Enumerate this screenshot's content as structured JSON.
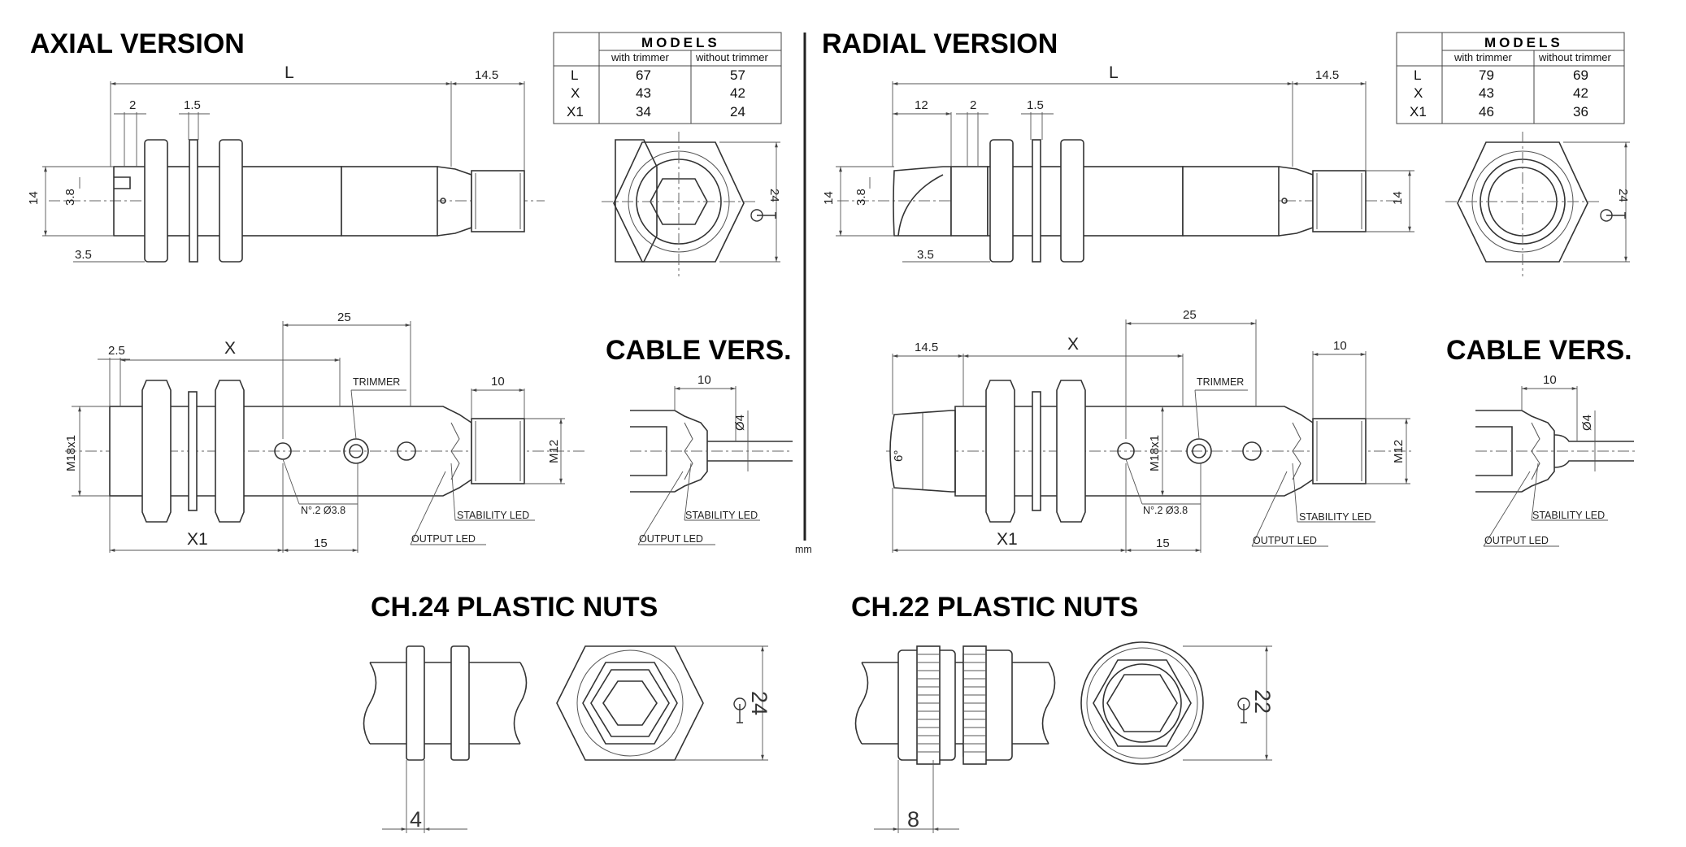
{
  "titles": {
    "axial": "AXIAL VERSION",
    "radial": "RADIAL VERSION",
    "cable_left": "CABLE VERS.",
    "cable_right": "CABLE VERS.",
    "nuts24": "CH.24 PLASTIC NUTS",
    "nuts22": "CH.22 PLASTIC NUTS"
  },
  "tables": {
    "axial": {
      "header": "MODELS",
      "col1": "with trimmer",
      "col2": "without trimmer",
      "rows": [
        {
          "k": "L",
          "a": "67",
          "b": "57"
        },
        {
          "k": "X",
          "a": "43",
          "b": "42"
        },
        {
          "k": "X1",
          "a": "34",
          "b": "24"
        }
      ]
    },
    "radial": {
      "header": "MODELS",
      "col1": "with trimmer",
      "col2": "without trimmer",
      "rows": [
        {
          "k": "L",
          "a": "79",
          "b": "69"
        },
        {
          "k": "X",
          "a": "43",
          "b": "42"
        },
        {
          "k": "X1",
          "a": "46",
          "b": "36"
        }
      ]
    }
  },
  "axial_top": {
    "L": "L",
    "d145": "14.5",
    "d2": "2",
    "d15": "1.5",
    "d14": "14",
    "d38": "3.8",
    "d35": "3.5",
    "hex24": "24"
  },
  "radial_top": {
    "L": "L",
    "d145": "14.5",
    "d12": "12",
    "d2": "2",
    "d15": "1.5",
    "d14": "14",
    "d38": "3.8",
    "d35": "3.5",
    "d14b": "14",
    "hex24": "24"
  },
  "axial_bottom": {
    "d25": "25",
    "d2_5": "2.5",
    "X": "X",
    "d10": "10",
    "trimmer": "TRIMMER",
    "m18": "M18x1",
    "m12": "M12",
    "holes": "N°.2 Ø3.8",
    "stability": "STABILITY LED",
    "output": "OUTPUT LED",
    "X1": "X1",
    "d15b": "15"
  },
  "radial_bottom": {
    "d25": "25",
    "d145": "14.5",
    "X": "X",
    "d10": "10",
    "trimmer": "TRIMMER",
    "angle": "6°",
    "m18": "M18x1",
    "m12": "M12",
    "holes": "N°.2 Ø3.8",
    "stability": "STABILITY LED",
    "output": "OUTPUT LED",
    "X1": "X1",
    "d15b": "15"
  },
  "cable_left": {
    "d10": "10",
    "d4": "Ø4",
    "stability": "STABILITY LED",
    "output": "OUTPUT LED",
    "mm": "mm"
  },
  "cable_right": {
    "d10": "10",
    "d4": "Ø4",
    "stability": "STABILITY LED",
    "output": "OUTPUT LED"
  },
  "nuts24": {
    "width": "4",
    "hex": "24"
  },
  "nuts22": {
    "width": "8",
    "hex": "22"
  },
  "icons": [
    "wrench-icon"
  ]
}
